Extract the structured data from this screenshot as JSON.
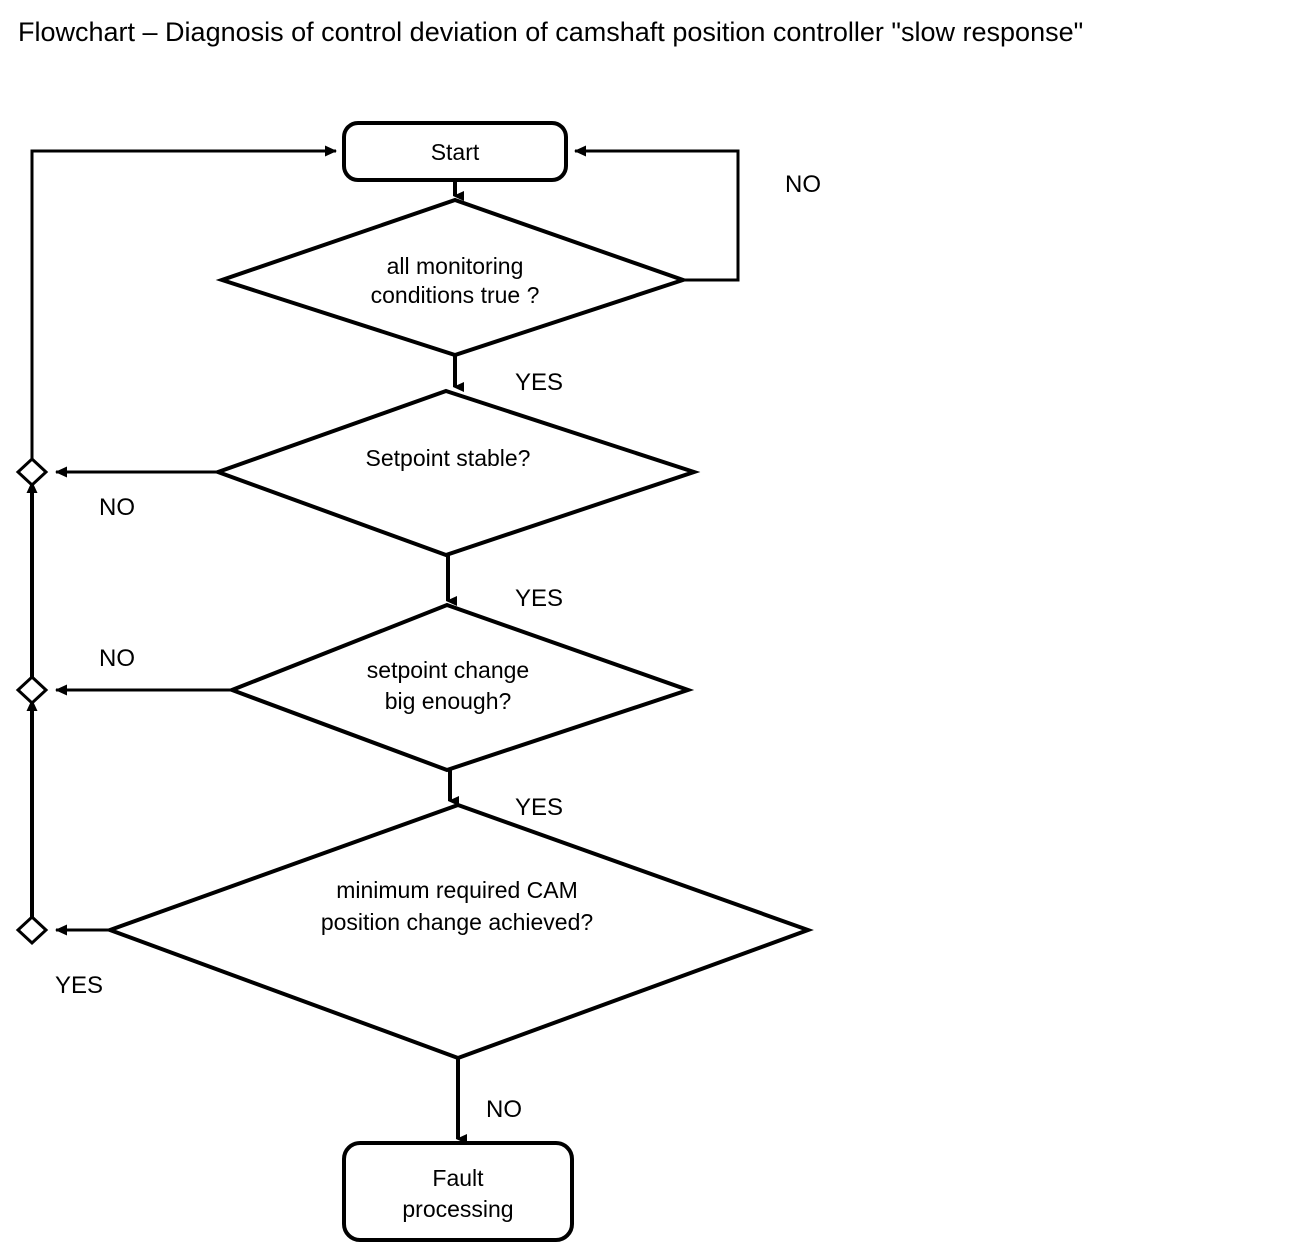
{
  "title": "Flowchart – Diagnosis of control deviation of camshaft position controller \"slow response\"",
  "colors": {
    "stroke": "#000000",
    "fill": "#ffffff",
    "text": "#000000",
    "background": "#ffffff"
  },
  "chart_data": {
    "type": "diagram",
    "diagram_kind": "flowchart",
    "title": "Flowchart – Diagnosis of control deviation of camshaft position controller \"slow response\"",
    "nodes": [
      {
        "id": "start",
        "shape": "rounded-rectangle",
        "label": "Start"
      },
      {
        "id": "d1",
        "shape": "diamond",
        "label_line1": "all monitoring",
        "label_line2": "conditions true ?"
      },
      {
        "id": "d2",
        "shape": "diamond",
        "label_line1": "Setpoint stable?",
        "label_line2": ""
      },
      {
        "id": "d3",
        "shape": "diamond",
        "label_line1": "setpoint change",
        "label_line2": "big enough?"
      },
      {
        "id": "d4",
        "shape": "diamond",
        "label_line1": "minimum required CAM",
        "label_line2": "position change achieved?"
      },
      {
        "id": "fault",
        "shape": "rounded-rectangle",
        "label_line1": "Fault",
        "label_line2": "processing"
      },
      {
        "id": "j1",
        "shape": "small-diamond-junction",
        "label": ""
      },
      {
        "id": "j2",
        "shape": "small-diamond-junction",
        "label": ""
      },
      {
        "id": "j3",
        "shape": "small-diamond-junction",
        "label": ""
      }
    ],
    "edges": [
      {
        "from": "start",
        "to": "d1",
        "label": ""
      },
      {
        "from": "d1",
        "to": "start",
        "label": "NO"
      },
      {
        "from": "d1",
        "to": "d2",
        "label": "YES"
      },
      {
        "from": "d2",
        "to": "j1",
        "label": "NO"
      },
      {
        "from": "d2",
        "to": "d3",
        "label": "YES"
      },
      {
        "from": "d3",
        "to": "j2",
        "label": "NO"
      },
      {
        "from": "d3",
        "to": "d4",
        "label": "YES"
      },
      {
        "from": "d4",
        "to": "j3",
        "label": "YES"
      },
      {
        "from": "d4",
        "to": "fault",
        "label": "NO"
      },
      {
        "from": "j3",
        "to": "j2",
        "label": ""
      },
      {
        "from": "j2",
        "to": "j1",
        "label": ""
      },
      {
        "from": "j1",
        "to": "start",
        "label": ""
      }
    ]
  },
  "nodes": {
    "start": {
      "label": "Start"
    },
    "decision_monitoring": {
      "line1": "all monitoring",
      "line2": "conditions true ?"
    },
    "decision_setpoint_stable": {
      "line1": "Setpoint stable?"
    },
    "decision_setpoint_change": {
      "line1": "setpoint change",
      "line2": "big enough?"
    },
    "decision_cam_position": {
      "line1": "minimum required CAM",
      "line2": "position change achieved?"
    },
    "fault_processing": {
      "line1": "Fault",
      "line2": "processing"
    }
  },
  "labels": {
    "monitoring_no": "NO",
    "monitoring_yes": "YES",
    "setpoint_stable_no": "NO",
    "setpoint_stable_yes": "YES",
    "setpoint_change_no": "NO",
    "setpoint_change_yes": "YES",
    "cam_position_yes": "YES",
    "cam_position_no": "NO"
  }
}
